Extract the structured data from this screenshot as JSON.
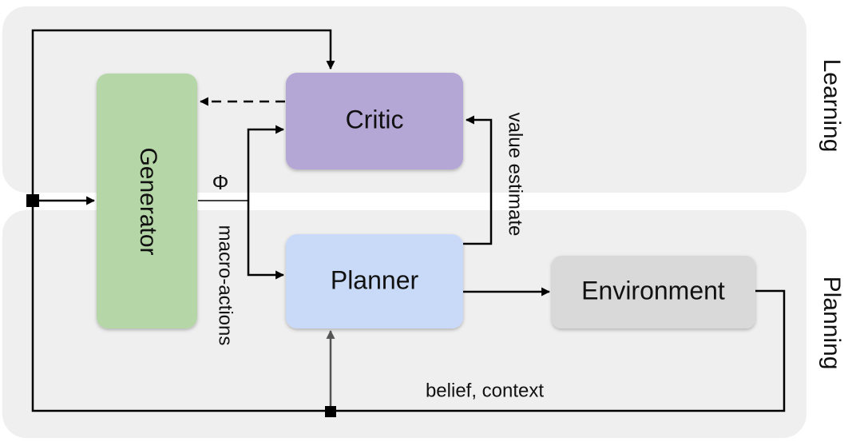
{
  "regions": {
    "learning": "Learning",
    "planning": "Planning"
  },
  "blocks": {
    "generator": "Generator",
    "critic": "Critic",
    "planner": "Planner",
    "environment": "Environment"
  },
  "edges": {
    "phi": "Φ",
    "macro_actions": "macro-actions",
    "value_estimate": "value estimate",
    "belief_context": "belief, context"
  },
  "colors": {
    "region_bg": "#efefef",
    "generator": "#b5d6a7",
    "critic": "#b4a7d6",
    "planner": "#c9daf8",
    "environment": "#d9d9d9",
    "lines": "#000000",
    "feedback_arrow": "#555555"
  }
}
